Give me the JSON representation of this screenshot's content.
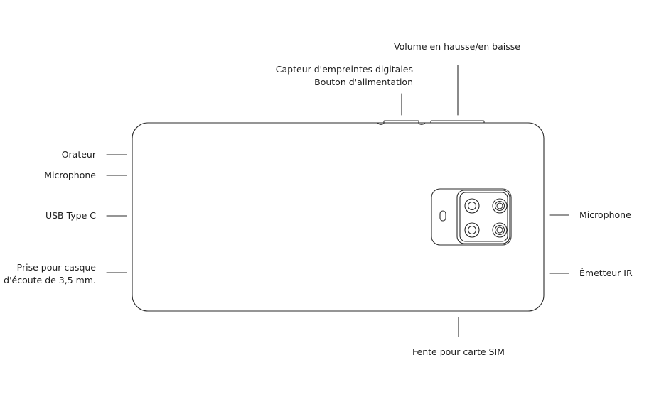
{
  "labels": {
    "volume": "Volume en hausse/en baisse",
    "fingerprint": "Capteur d'empreintes digitales",
    "power": "Bouton d'alimentation",
    "speaker": "Orateur",
    "mic_left": "Microphone",
    "usb": "USB Type C",
    "jack_line1": "Prise pour casque",
    "jack_line2": "d'écoute de 3,5 mm.",
    "mic_right": "Microphone",
    "ir": "Émetteur IR",
    "sim": "Fente pour carte SIM"
  },
  "colors": {
    "stroke": "#2b2b2b",
    "text": "#1e1e1e",
    "background": "#ffffff"
  }
}
